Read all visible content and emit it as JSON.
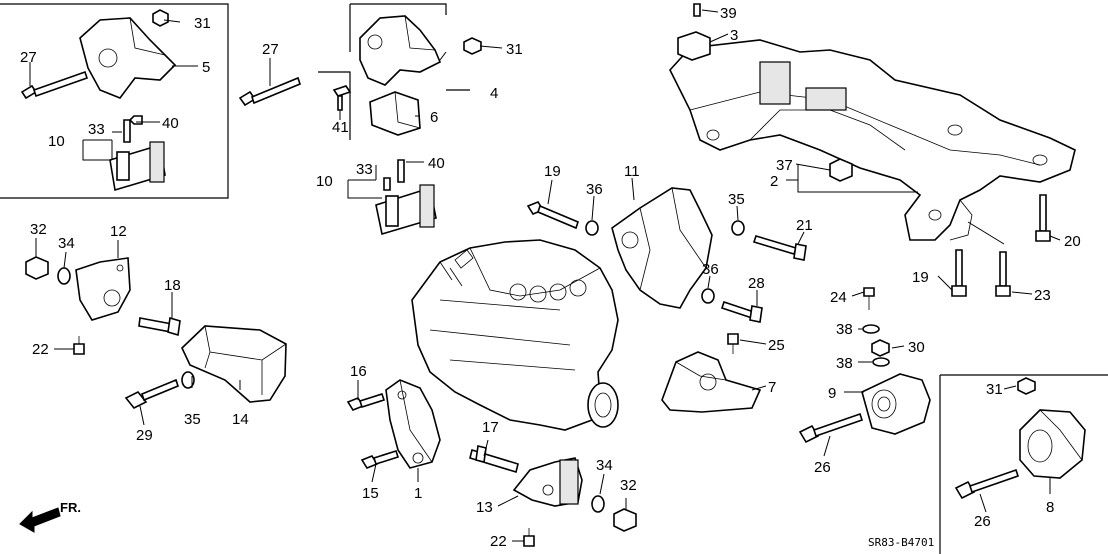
{
  "diagram": {
    "part_numbers": {
      "p1": "1",
      "p2": "2",
      "p3": "3",
      "p4": "4",
      "p5": "5",
      "p6": "6",
      "p7": "7",
      "p8": "8",
      "p9": "9",
      "p10a": "10",
      "p10b": "10",
      "p11": "11",
      "p12": "12",
      "p13": "13",
      "p14": "14",
      "p15": "15",
      "p16": "16",
      "p17": "17",
      "p18": "18",
      "p19a": "19",
      "p19b": "19",
      "p20": "20",
      "p21": "21",
      "p22a": "22",
      "p22b": "22",
      "p23": "23",
      "p24": "24",
      "p25": "25",
      "p26a": "26",
      "p26b": "26",
      "p27a": "27",
      "p27b": "27",
      "p28": "28",
      "p29": "29",
      "p30": "30",
      "p31a": "31",
      "p31b": "31",
      "p31c": "31",
      "p32a": "32",
      "p32b": "32",
      "p33a": "33",
      "p33b": "33",
      "p34a": "34",
      "p34b": "34",
      "p35a": "35",
      "p35b": "35",
      "p36a": "36",
      "p36b": "36",
      "p37": "37",
      "p38a": "38",
      "p38b": "38",
      "p39": "39",
      "p40a": "40",
      "p40b": "40",
      "p41": "41"
    },
    "direction_label": "FR.",
    "diagram_code": "SR83-B4701"
  }
}
